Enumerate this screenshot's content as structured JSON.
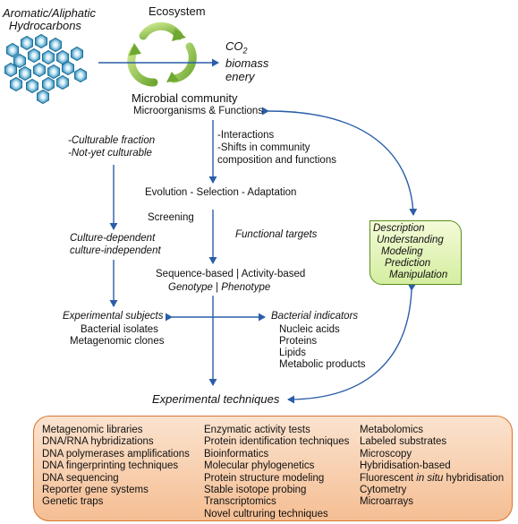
{
  "hydrocarbons": {
    "line1": "Aromatic/Aliphatic",
    "line2": "Hydrocarbons"
  },
  "ecosystem": "Ecosystem",
  "outputs": {
    "co2": "CO",
    "co2_sub": "2",
    "biomass": "biomass",
    "energy": "enery"
  },
  "community": {
    "title": "Microbial community",
    "subtitle": "Microorganisms & Functions"
  },
  "fractions": {
    "culturable": "-Culturable fraction",
    "not_yet": "-Not-yet culturable"
  },
  "interactions": {
    "line1": "-Interactions",
    "line2": "-Shifts in community",
    "line3": "composition and functions"
  },
  "evolution": "Evolution - Selection - Adaptation",
  "screening": "Screening",
  "culture": {
    "line1": "Culture-dependent",
    "line2": "culture-independent"
  },
  "functional_targets": "Functional targets",
  "sequence_row": {
    "sequence": "Sequence-based",
    "sep": "|",
    "activity": "Activity-based"
  },
  "geno_row": {
    "genotype": "Genotype",
    "sep": "|",
    "phenotype": "Phenotype"
  },
  "subjects": {
    "title": "Experimental subjects",
    "items": [
      "Bacterial isolates",
      "Metagenomic clones"
    ]
  },
  "indicators": {
    "title": "Bacterial indicators",
    "items": [
      "Nucleic acids",
      "Proteins",
      "Lipids",
      "Metabolic products"
    ]
  },
  "description_box": [
    "Description",
    "Understanding",
    "Modeling",
    "Prediction",
    "Manipulation"
  ],
  "techniques_title": "Experimental techniques",
  "techniques": {
    "col1": [
      "Metagenomic libraries",
      "DNA/RNA hybridizations",
      "DNA polymerases amplifications",
      "DNA fingerprinting techniques",
      "DNA sequencing",
      "Reporter gene systems",
      "Genetic traps"
    ],
    "col2": [
      "Enzymatic activity tests",
      "Protein identification techniques",
      "Bioinformatics",
      "Molecular phylogenetics",
      "Protein structure modeling",
      "Stable isotope probing",
      "Transcriptomics",
      "Novel cultruring techniques"
    ],
    "col3": [
      "Metabolomics",
      "Labeled substrates",
      "Microscopy",
      "Hybridisation-based"
    ],
    "col3_fluor": {
      "pre": "Fluorescent ",
      "mid": "in situ",
      "post": " hybridisation"
    },
    "col3_rest": [
      "Cytometry",
      "Microarrays"
    ]
  },
  "colors": {
    "arrow": "#2a5ea8",
    "green_fill": "#d4eea0",
    "green_border": "#5a8f1f",
    "orange_fill": "#f5be93",
    "orange_border": "#d8742b",
    "molecule": "#3aa0c8"
  }
}
